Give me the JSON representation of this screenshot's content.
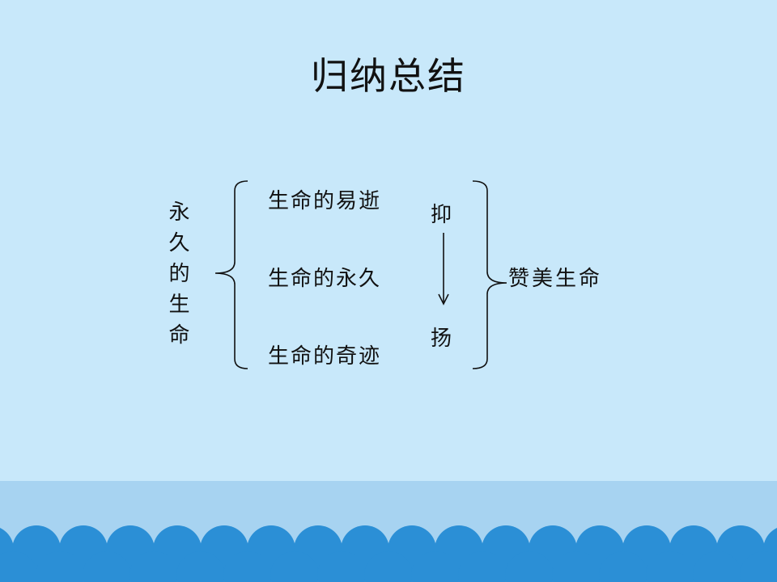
{
  "title": "归纳总结",
  "left_label": "永久的生命",
  "items": [
    "生命的易逝",
    "生命的永久",
    "生命的奇迹"
  ],
  "arrow_top": "抑",
  "arrow_bottom": "扬",
  "conclusion": "赞美生命",
  "colors": {
    "background": "#c8e8fa",
    "bottom_band": "#a7d3f1",
    "wave": "#2b8fd6",
    "wave_light": "#57aae4"
  }
}
